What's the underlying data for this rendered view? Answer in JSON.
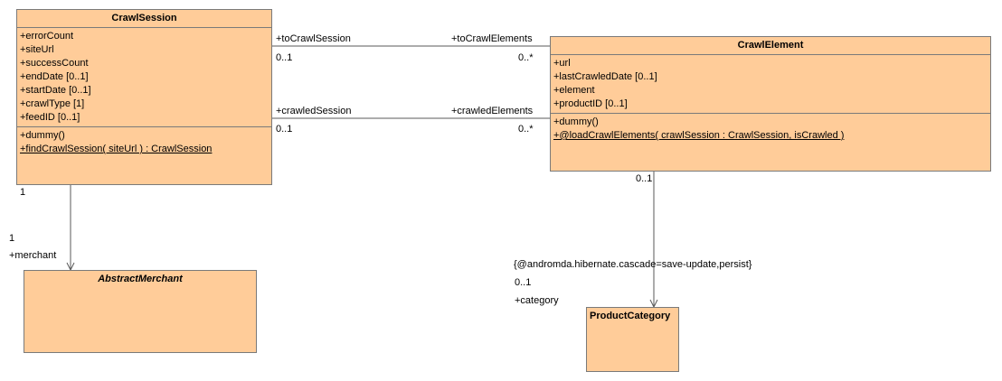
{
  "classes": {
    "crawl_session": {
      "name": "CrawlSession",
      "attributes": [
        "+errorCount",
        "+siteUrl",
        "+successCount",
        "+endDate [0..1]",
        "+startDate [0..1]",
        "+crawlType [1]",
        "+feedID [0..1]"
      ],
      "operations": [
        "+dummy()",
        "+findCrawlSession( siteUrl ) : CrawlSession"
      ]
    },
    "crawl_element": {
      "name": "CrawlElement",
      "attributes": [
        "+url",
        "+lastCrawledDate [0..1]",
        "+element",
        "+productID [0..1]"
      ],
      "operations": [
        "+dummy()",
        "+@loadCrawlElements( crawlSession : CrawlSession, isCrawled )"
      ]
    },
    "abstract_merchant": {
      "name": "AbstractMerchant"
    },
    "product_category": {
      "name": "ProductCategory"
    }
  },
  "associations": {
    "to_crawl": {
      "source_role": "+toCrawlSession",
      "source_mult": "0..1",
      "target_role": "+toCrawlElements",
      "target_mult": "0..*"
    },
    "crawled": {
      "source_role": "+crawledSession",
      "source_mult": "0..1",
      "target_role": "+crawledElements",
      "target_mult": "0..*"
    },
    "merchant": {
      "source_mult": "1",
      "target_mult": "1",
      "target_role": "+merchant"
    },
    "category": {
      "source_mult": "0..1",
      "tagged_value": "{@andromda.hibernate.cascade=save-update,persist}",
      "target_mult": "0..1",
      "target_role": "+category"
    }
  },
  "colors": {
    "class_fill": "#ffcc99",
    "class_border": "#7a7a7a",
    "line": "#5a5a5a"
  }
}
